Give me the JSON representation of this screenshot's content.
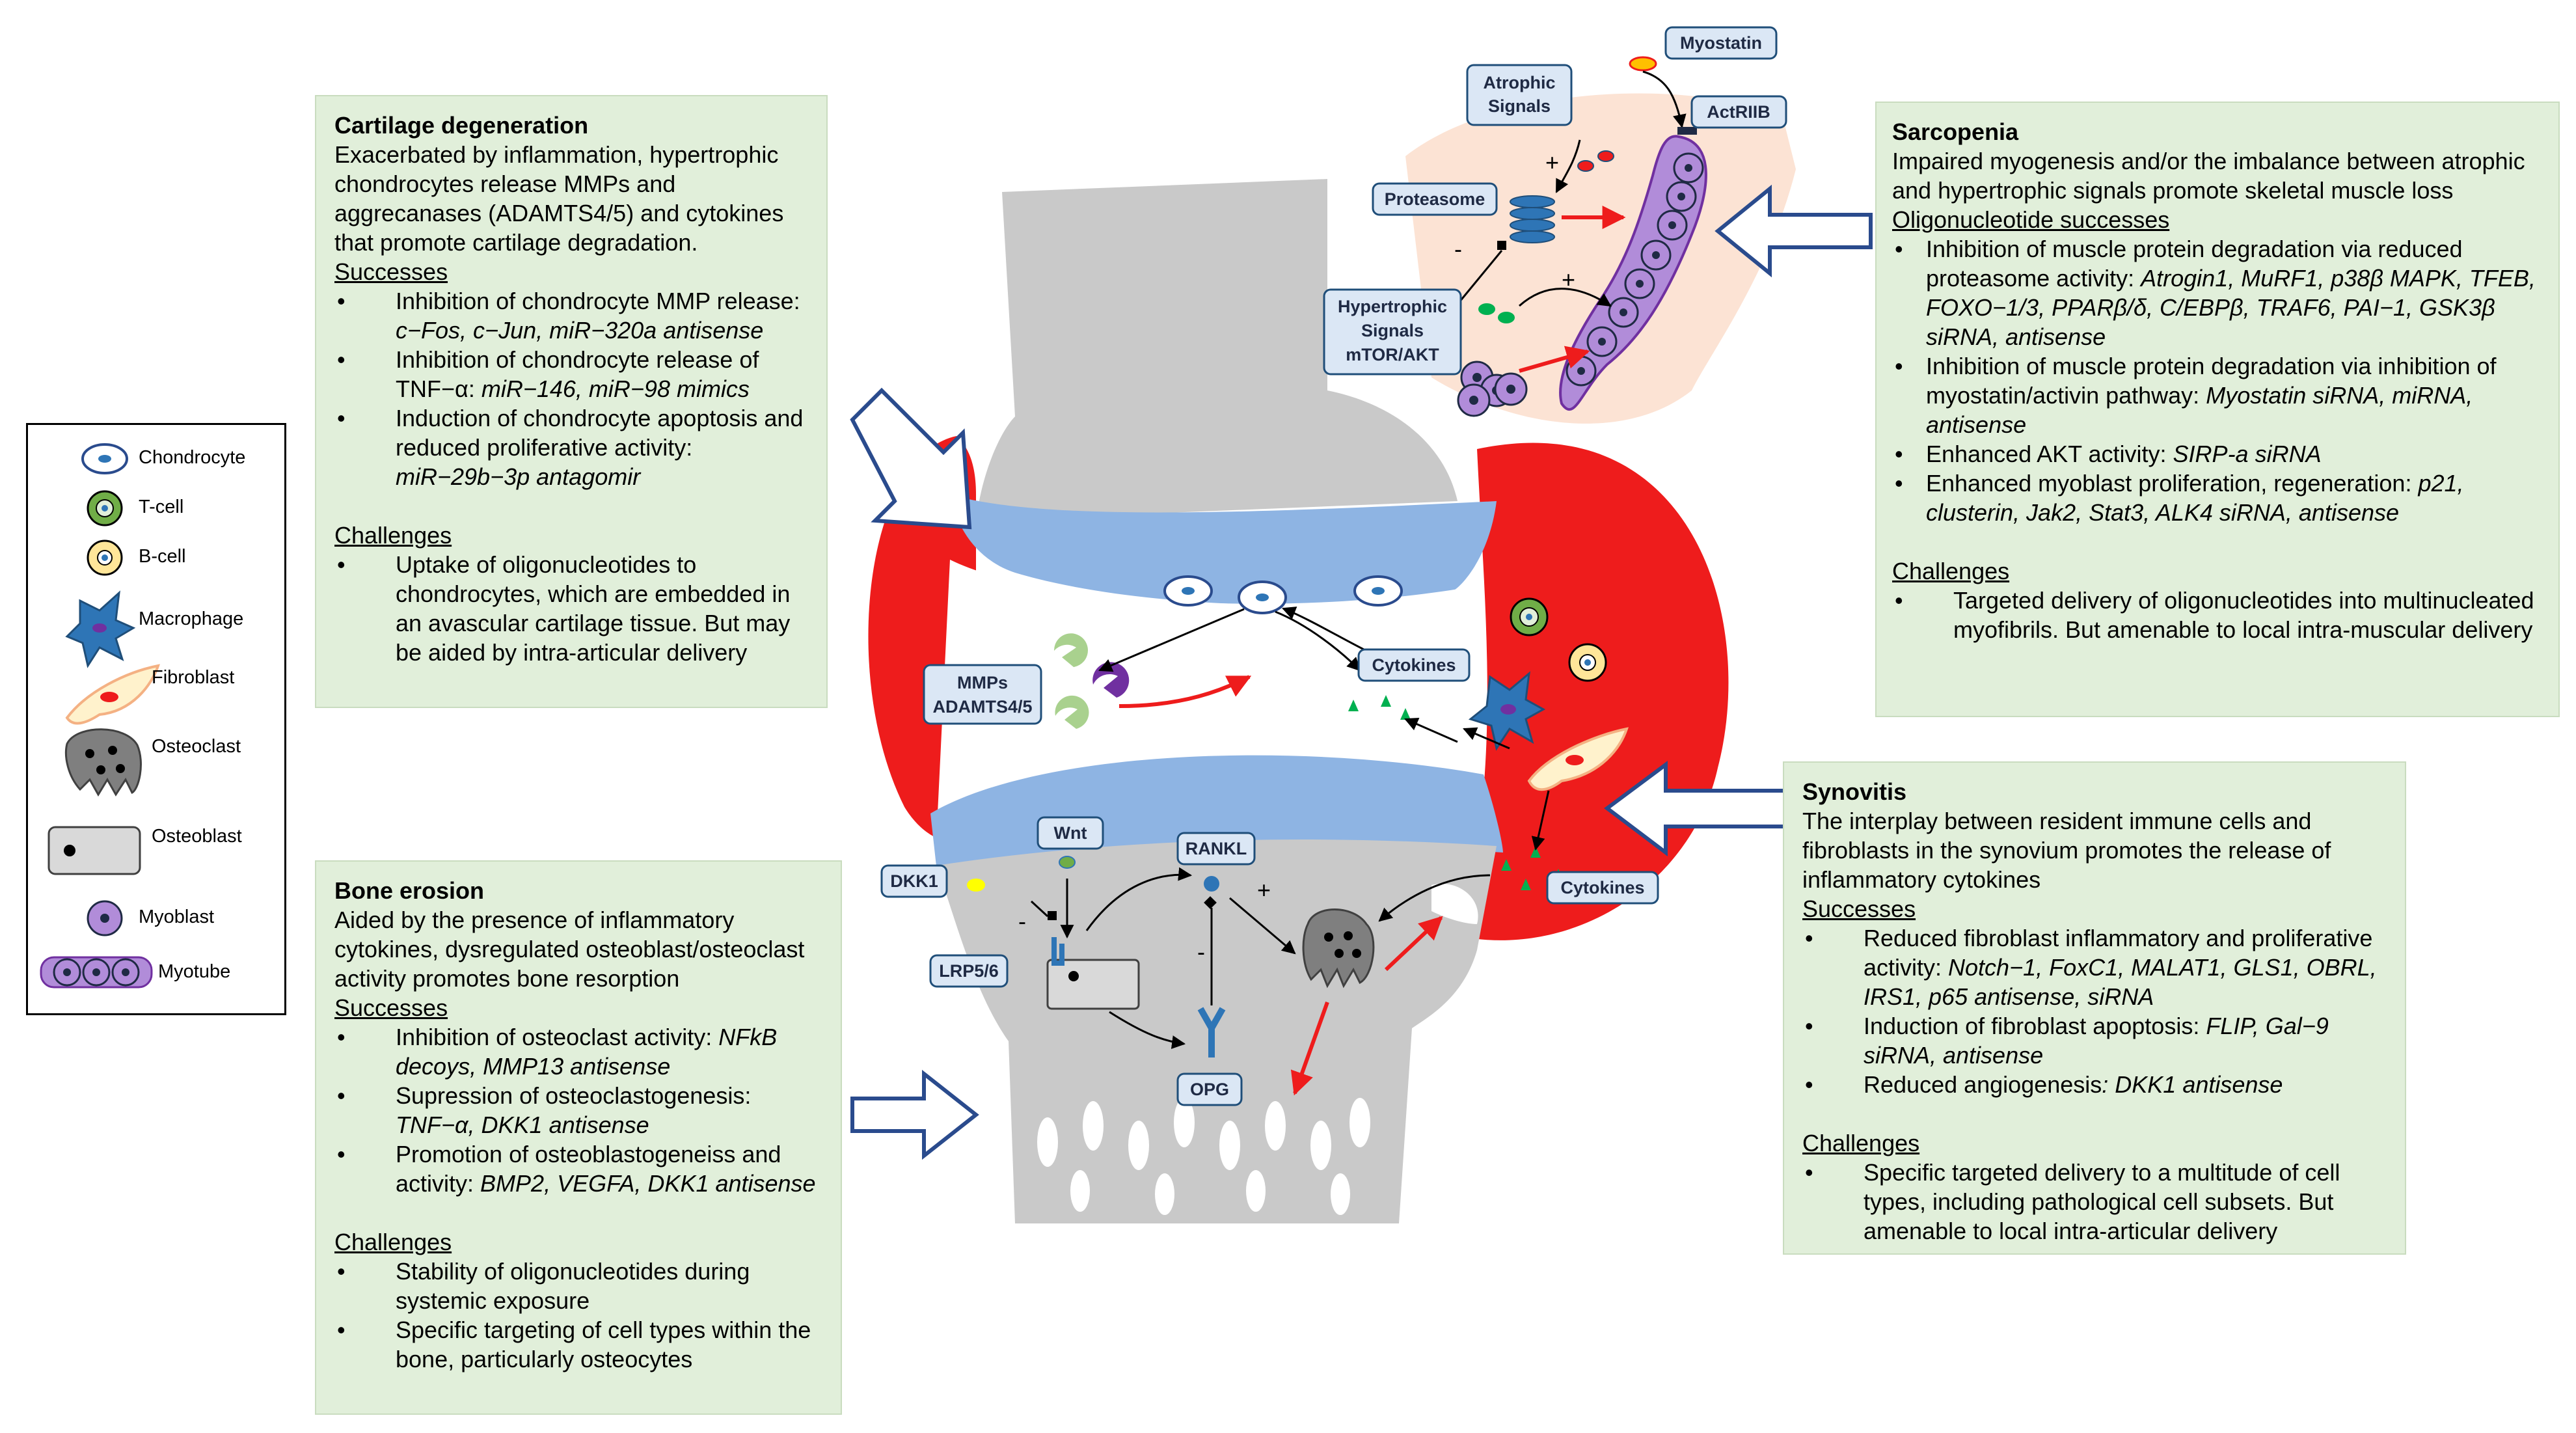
{
  "legend": {
    "items": [
      "Chondrocyte",
      "T-cell",
      "B-cell",
      "Macrophage",
      "Fibroblast",
      "Osteoclast",
      "Osteoblast",
      "Myoblast",
      "Myotube"
    ]
  },
  "diagram_labels": {
    "mmps_line1": "MMPs",
    "mmps_line2": "ADAMTS4/5",
    "cytokines_top": "Cytokines",
    "cytokines_right": "Cytokines",
    "dkk1": "DKK1",
    "wnt": "Wnt",
    "rankl": "RANKL",
    "lrp": "LRP5/6",
    "opg": "OPG",
    "myostatin": "Myostatin",
    "actriib": "ActRIIB",
    "atrophic_line1": "Atrophic",
    "atrophic_line2": "Signals",
    "proteasome": "Proteasome",
    "hyper_line1": "Hypertrophic",
    "hyper_line2": "Signals",
    "hyper_line3": "mTOR/AKT",
    "plus": "+",
    "minus": "-"
  },
  "cartilage": {
    "title": "Cartilage degeneration",
    "desc": "Exacerbated by inflammation, hypertrophic chondrocytes release MMPs and aggrecanases (ADAMTS4/5) and cytokines that promote cartilage degradation.",
    "successes_heading": "Successes",
    "successes": [
      {
        "text": "Inhibition of chondrocyte MMP release: ",
        "em": "c−Fos, c−Jun, miR−320a antisense"
      },
      {
        "text": "Inhibition of chondrocyte release of TNF−α: ",
        "em": "miR−146, miR−98 mimics"
      },
      {
        "text": "Induction of chondrocyte apoptosis and reduced proliferative activity: ",
        "em": "miR−29b−3p antagomir"
      }
    ],
    "challenges_heading": "Challenges",
    "challenges": [
      {
        "text": "Uptake of oligonucleotides to chondrocytes, which are embedded in an avascular cartilage tissue. But may be aided by intra-articular delivery",
        "em": ""
      }
    ]
  },
  "bone": {
    "title": "Bone erosion",
    "desc": "Aided by the presence of inflammatory cytokines, dysregulated osteoblast/osteoclast activity promotes bone resorption",
    "successes_heading": "Successes",
    "successes": [
      {
        "text": "Inhibition of osteoclast activity: ",
        "em": "NFkB decoys, MMP13 antisense"
      },
      {
        "text": "Supression of osteoclastogenesis: ",
        "em": "TNF−α, DKK1 antisense"
      },
      {
        "text": "Promotion of osteoblastogeneiss and activity: ",
        "em": "BMP2, VEGFA, DKK1 antisense"
      }
    ],
    "challenges_heading": "Challenges",
    "challenges": [
      {
        "text": "Stability of oligonucleotides during systemic exposure",
        "em": ""
      },
      {
        "text": "Specific targeting of cell types within the bone, particularly osteocytes",
        "em": ""
      }
    ]
  },
  "sarcopenia": {
    "title": "Sarcopenia",
    "desc": "Impaired myogenesis and/or the imbalance between atrophic and hypertrophic signals promote skeletal muscle loss",
    "successes_heading": "Oligonucleotide successes",
    "successes": [
      {
        "text": "Inhibition of muscle protein degradation via reduced proteasome activity: ",
        "em": "Atrogin1, MuRF1, p38β MAPK, TFEB, FOXO−1/3, PPARβ/δ, C/EBPβ, TRAF6, PAI−1, GSK3β siRNA, antisense"
      },
      {
        "text": "Inhibition of muscle protein degradation via inhibition of myostatin/activin pathway: ",
        "em": "Myostatin siRNA, miRNA, antisense"
      },
      {
        "text": "Enhanced AKT activity: ",
        "em": "SIRP-a siRNA"
      },
      {
        "text": "Enhanced myoblast proliferation, regeneration: ",
        "em": "p21, clusterin, Jak2, Stat3, ALK4 siRNA, antisense"
      }
    ],
    "challenges_heading": "Challenges",
    "challenges": [
      {
        "text": "Targeted delivery of oligonucleotides into multinucleated myofibrils. But amenable to local intra-muscular delivery",
        "em": ""
      }
    ]
  },
  "synovitis": {
    "title": "Synovitis",
    "desc": "The interplay between resident immune cells and fibroblasts in the synovium promotes the release of inflammatory cytokines",
    "successes_heading": "Successes",
    "successes": [
      {
        "text": "Reduced fibroblast inflammatory and proliferative activity: ",
        "em": "Notch−1, FoxC1, MALAT1, GLS1, OBRL, IRS1, p65 antisense, siRNA"
      },
      {
        "text": "Induction of fibroblast apoptosis: ",
        "em": "FLIP, Gal−9 siRNA, antisense"
      },
      {
        "text": "Reduced angiogenesis",
        "em": ": DKK1 antisense"
      }
    ],
    "challenges_heading": "Challenges",
    "challenges": [
      {
        "text": "Specific targeted delivery to a multitude of cell types, including pathological cell subsets. But amenable to local intra-articular delivery",
        "em": ""
      }
    ]
  }
}
